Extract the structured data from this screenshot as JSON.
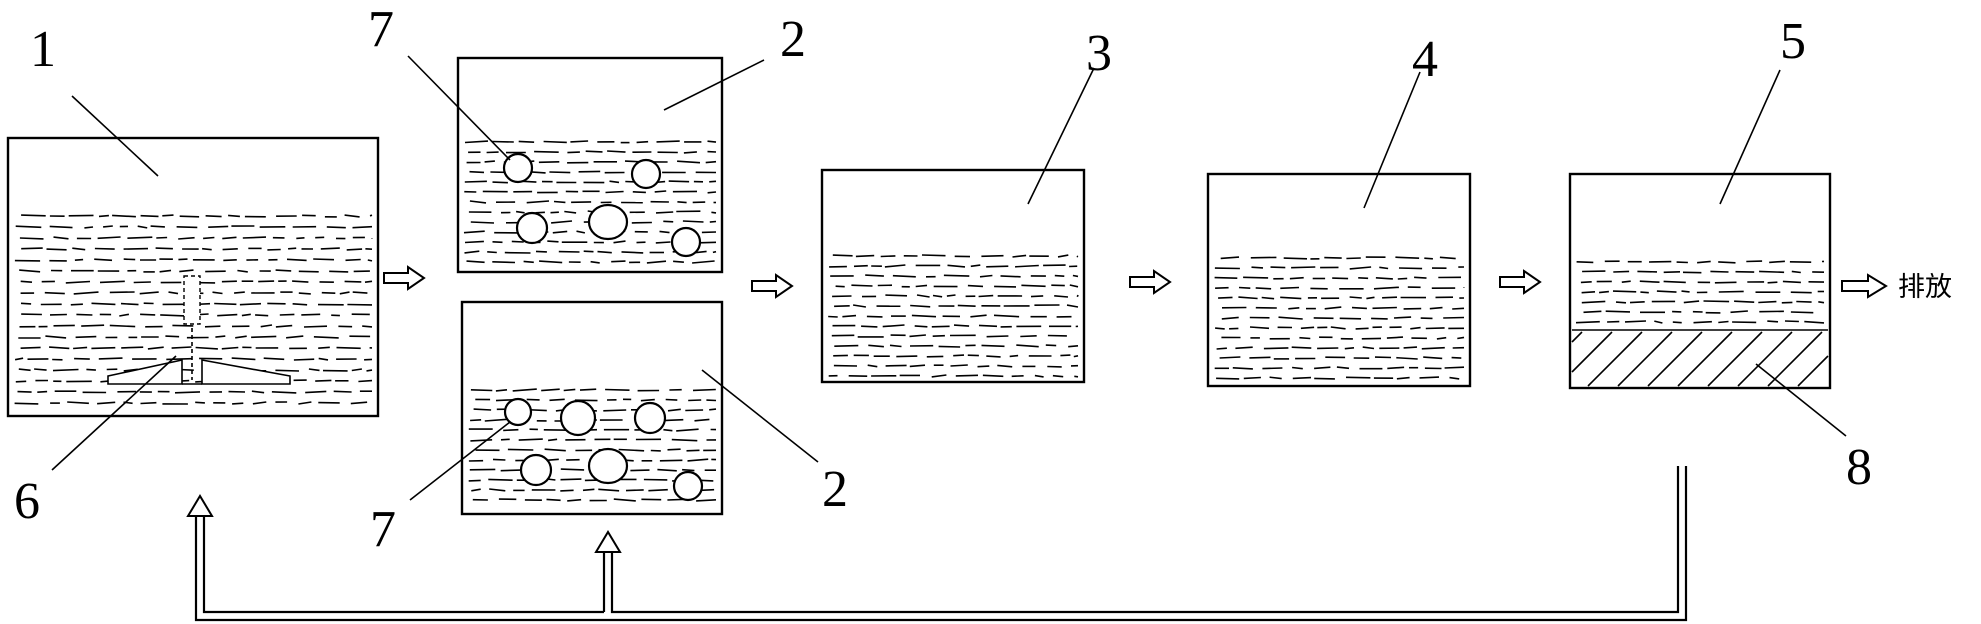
{
  "labels": {
    "n1": "1",
    "n2_top": "2",
    "n2_bottom": "2",
    "n3": "3",
    "n4": "4",
    "n5": "5",
    "n6": "6",
    "n7_top": "7",
    "n7_bottom": "7",
    "n8": "8"
  },
  "output_label": "排放",
  "colors": {
    "line": "#000000",
    "background": "#ffffff"
  },
  "icons": [
    "flow-arrow-icon",
    "aeration-device-icon",
    "bubble-icon",
    "sediment-hatch-icon"
  ]
}
